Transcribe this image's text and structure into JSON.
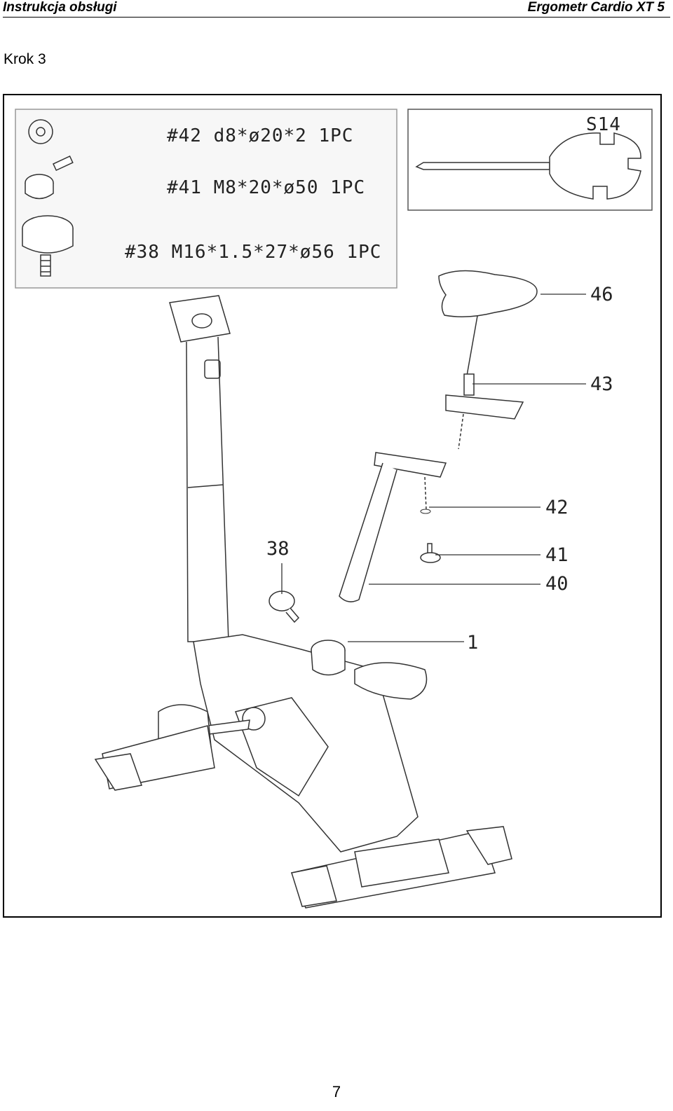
{
  "header": {
    "left": "Instrukcja obsługi",
    "right": "Ergometr Cardio XT 5"
  },
  "step_title": "Krok 3",
  "hardware": {
    "items": [
      {
        "id": "42",
        "text": "#42  d8*ø20*2  1PC",
        "icon": "washer-icon"
      },
      {
        "id": "41",
        "text": "#41  M8*20*ø50  1PC",
        "icon": "knob-bolt-icon"
      },
      {
        "id": "38",
        "text": "#38  M16*1.5*27*ø56  1PC",
        "icon": "adjustment-knob-icon"
      }
    ]
  },
  "tool": {
    "label": "S14",
    "icon": "screwdriver-wrench-icon"
  },
  "part_labels": {
    "p46": "46",
    "p43": "43",
    "p42": "42",
    "p41": "41",
    "p40": "40",
    "p38": "38",
    "p1": "1"
  },
  "page_number": "7"
}
